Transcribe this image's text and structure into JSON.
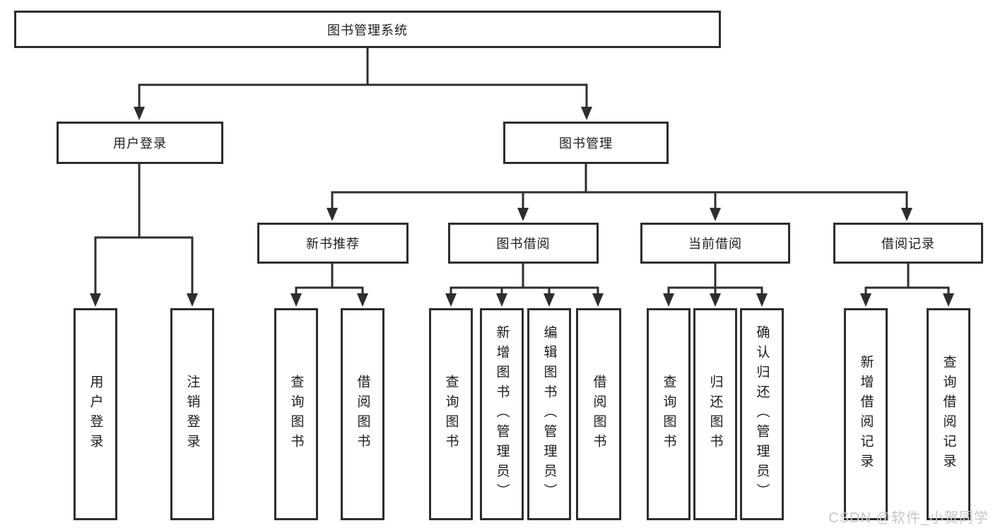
{
  "diagram": {
    "root": {
      "label": "图书管理系统"
    },
    "level2": [
      {
        "id": "user-login",
        "label": "用户登录"
      },
      {
        "id": "book-management",
        "label": "图书管理"
      }
    ],
    "level3": [
      {
        "id": "new-book-recommend",
        "label": "新书推荐"
      },
      {
        "id": "book-borrow",
        "label": "图书借阅"
      },
      {
        "id": "current-borrow",
        "label": "当前借阅"
      },
      {
        "id": "borrow-record",
        "label": "借阅记录"
      }
    ],
    "leaves": [
      {
        "label": "用户登录"
      },
      {
        "label": "注销登录"
      },
      {
        "label": "查询图书"
      },
      {
        "label": "借阅图书"
      },
      {
        "label": "查询图书"
      },
      {
        "label": "新增图书（管理员）"
      },
      {
        "label": "编辑图书（管理员）"
      },
      {
        "label": "借阅图书"
      },
      {
        "label": "查询图书"
      },
      {
        "label": "归还图书"
      },
      {
        "label": "确认归还（管理员）"
      },
      {
        "label": "新增借阅记录"
      },
      {
        "label": "查询借阅记录"
      }
    ]
  },
  "watermark": {
    "text": "CSDN @软件_小贺同学"
  },
  "colors": {
    "line": "#2e2e2e",
    "border": "#2d2d2d",
    "text": "#1c1c1c",
    "watermark": "#c7c7c9",
    "background": "#ffffff"
  }
}
